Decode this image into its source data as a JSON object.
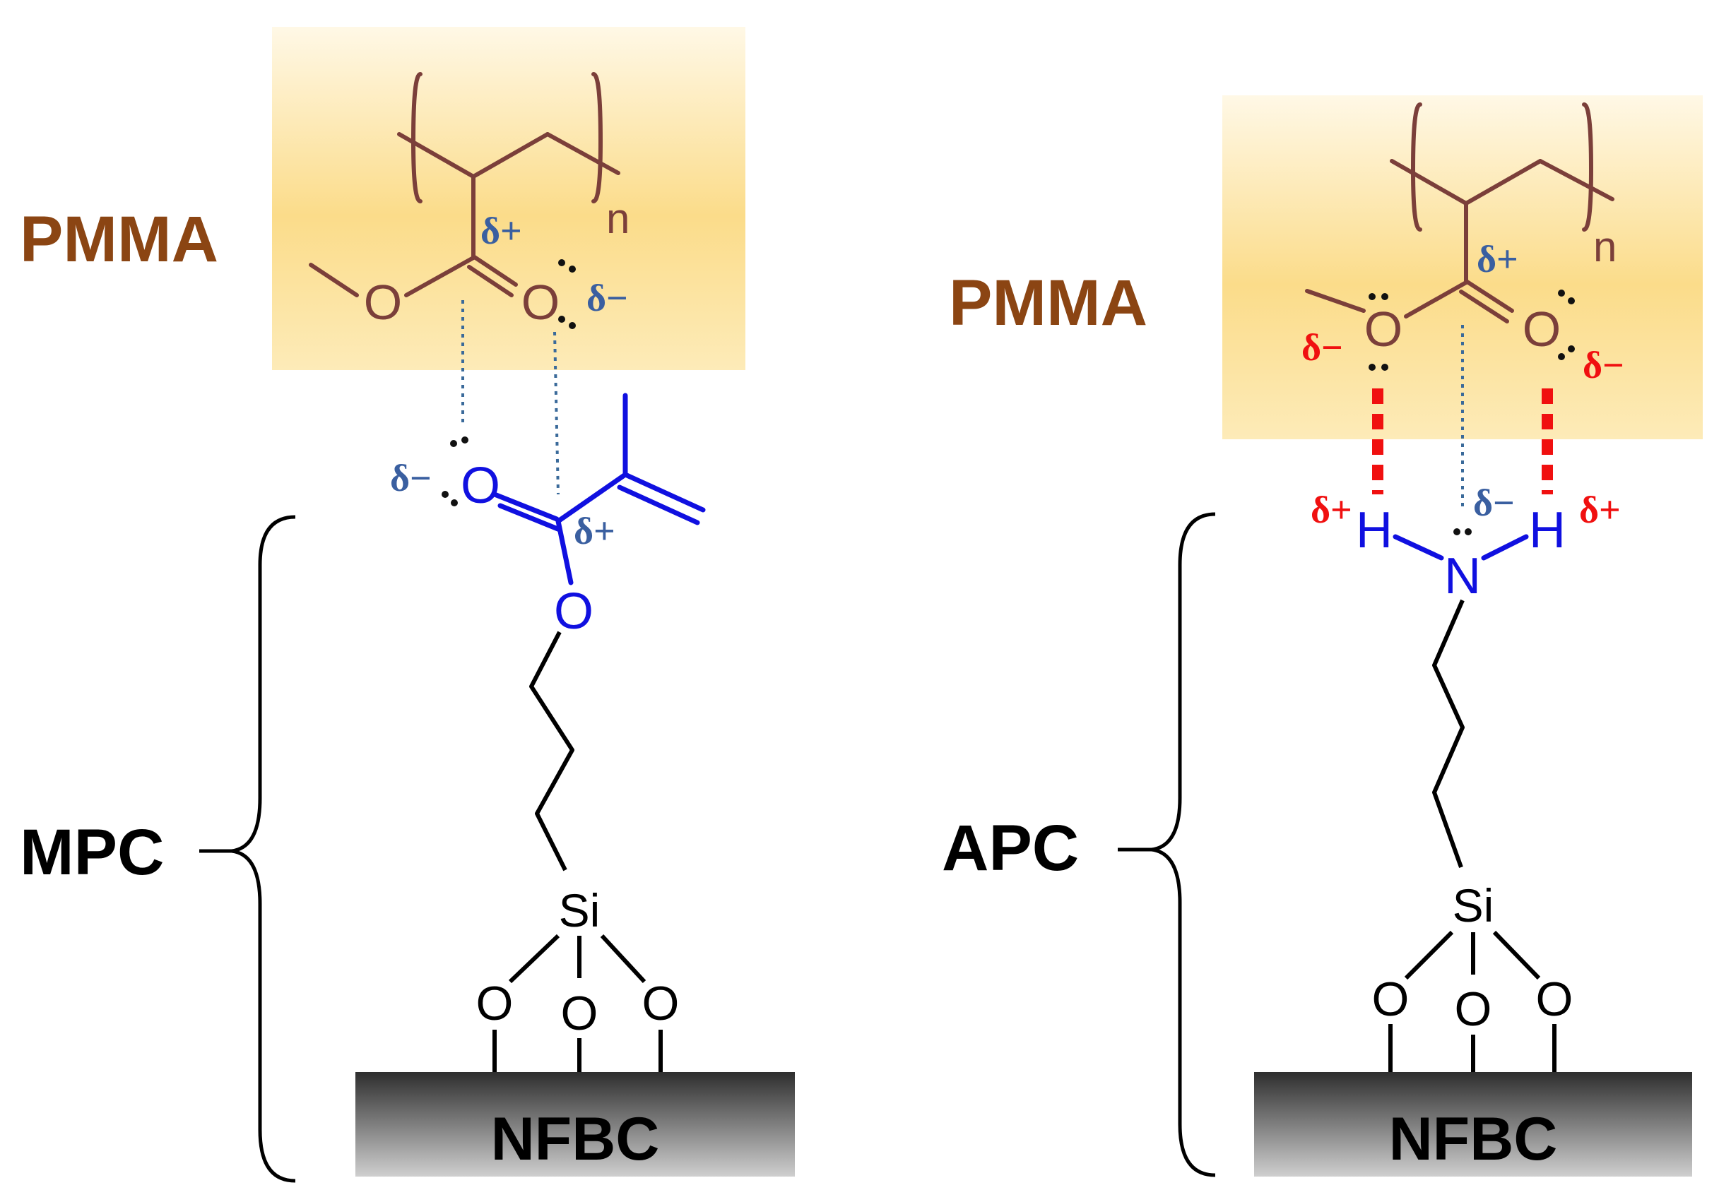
{
  "colors": {
    "pmma_text": "#8B4513",
    "pmma_structure": "#7B3F3A",
    "monomer": "#1010E0",
    "partial_charge_blue": "#3A5FA0",
    "partial_charge_red": "#F01010",
    "hbond_red": "#F01010",
    "dotted_blue": "#3A6A9A",
    "box_gradient_top": "#FFF6DC",
    "box_gradient_mid": "#FBDC8A",
    "substrate_top": "#3A3A3A",
    "substrate_bottom": "#C8C8C8",
    "black": "#000000"
  },
  "left_panel": {
    "polymer_label": "PMMA",
    "modifier_label": "MPC",
    "substrate_label": "NFBC",
    "subscript": "n",
    "atoms": {
      "pmma_O_ester": "O",
      "pmma_O_carbonyl": "O",
      "monomer_O_carbonyl": "O",
      "monomer_O_ester": "O",
      "silicon": "Si",
      "anchor_O1": "O",
      "anchor_O2": "O",
      "anchor_O3": "O"
    },
    "charges": {
      "pmma_carbon": "δ+",
      "pmma_oxygen": "δ−",
      "monomer_oxygen": "δ−",
      "monomer_carbon": "δ+"
    }
  },
  "right_panel": {
    "polymer_label": "PMMA",
    "modifier_label": "APC",
    "substrate_label": "NFBC",
    "subscript": "n",
    "atoms": {
      "pmma_O_ester": "O",
      "pmma_O_carbonyl": "O",
      "H_left": "H",
      "N": "N",
      "H_right": "H",
      "silicon": "Si",
      "anchor_O1": "O",
      "anchor_O2": "O",
      "anchor_O3": "O"
    },
    "charges": {
      "pmma_carbon": "δ+",
      "pmma_O_ester": "δ−",
      "pmma_O_carbonyl": "δ−",
      "H_left": "δ+",
      "N": "δ−",
      "H_right": "δ+"
    }
  }
}
